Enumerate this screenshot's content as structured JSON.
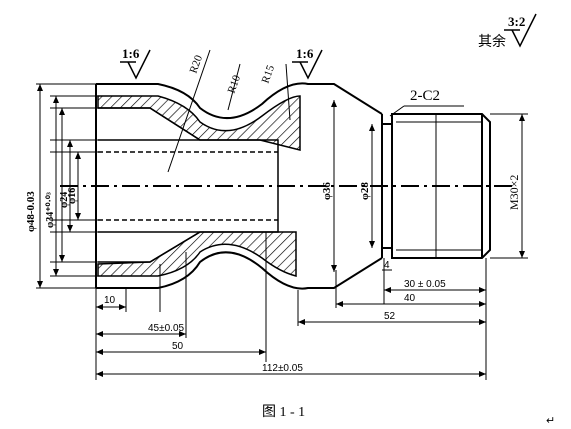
{
  "roughness": {
    "rest_prefix": "其余",
    "rest_value": "3:2",
    "left_value": "1:6",
    "right_value": "1:6"
  },
  "radii": {
    "r1": "R20",
    "r2": "R10",
    "r3": "R15"
  },
  "chamfer": "2-C2",
  "diameters": {
    "outer": "φ48-0.03",
    "bore_a": "φ34⁺⁰·⁰³",
    "bore_b": "φ24",
    "bore_c": "φ16",
    "neck": "φ36",
    "shoulder": "φ28",
    "thread": "M30×2"
  },
  "lengths": {
    "d10": "10",
    "d45": "45±0.05",
    "d50": "50",
    "d112": "112±0.05",
    "d4": "4",
    "d30": "30 ± 0.05",
    "d40": "40",
    "d52": "52"
  },
  "caption": "图 1 - 1",
  "para_mark": "↵"
}
